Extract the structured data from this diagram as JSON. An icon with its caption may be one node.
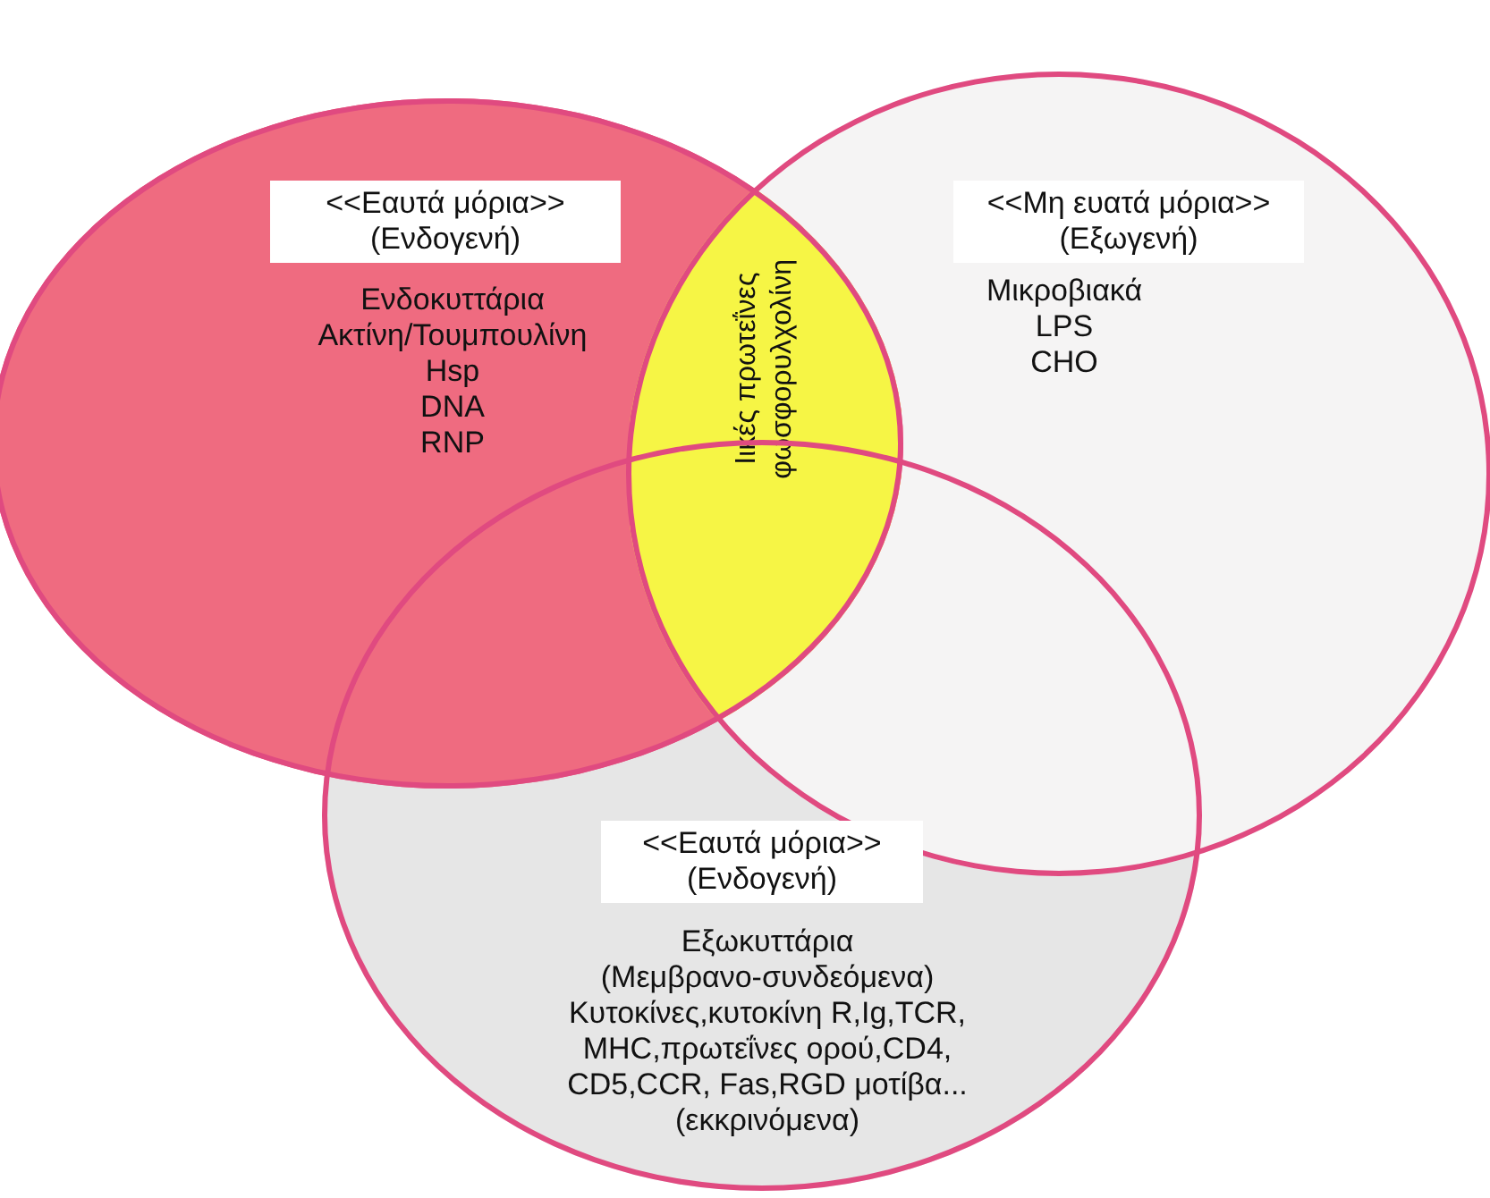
{
  "diagram": {
    "nodes": [
      {
        "text": [
          "Ενδοκυττάρια",
          "Ακτίνη/Τουμπουλίνη",
          "Hsp",
          "DNA",
          "RNP"
        ]
      },
      {
        "text": [
          "<<Εαυτά μόρια>>",
          "(Ενδογενή)"
        ],
        "in": 0
      },
      {
        "text": [
          "Μικροβιακά",
          "LPS",
          "CHO"
        ]
      },
      {
        "text": [
          "<<Μη ευατά μόρια>>",
          "(Εξωγενή)"
        ],
        "in": 2
      },
      {
        "text": [
          "Εξωκυττάρια",
          "(Μεμβρανο-συνδεόμενα)",
          "Κυτοκίνες,κυτοκίνη R,Ig,TCR, MHC,πρωτεΐνες ορού,CD4, CD5,CCR, Fas,RGD μοτίβα...",
          "(εκκρινόμενα)"
        ]
      },
      {
        "text": [
          "<<Εαυτά μόρια>>",
          "(Ενδογενή)"
        ],
        "in": 4
      },
      {
        "text": [
          "Ιικές πρωτεΐνες",
          "φωσφορυλχολίνη"
        ]
      }
    ],
    "edges": []
  }
}
